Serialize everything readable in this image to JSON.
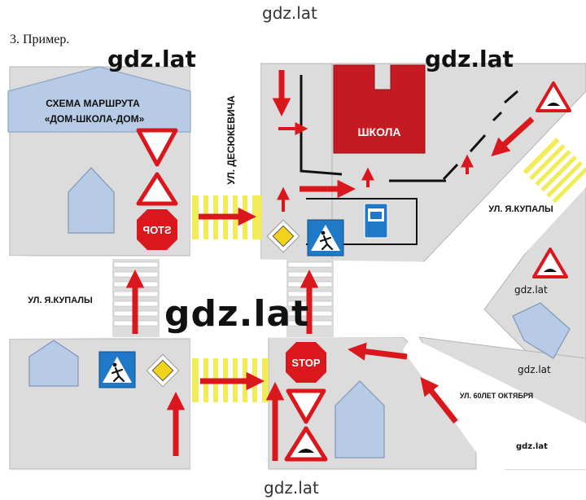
{
  "watermarks": {
    "top": "gdz.lat",
    "bottom": "gdz.lat",
    "upper_left": "gdz.lat",
    "upper_right": "gdz.lat",
    "center": "gdz.lat",
    "right_mid": "gdz.lat",
    "right_low": "gdz.lat",
    "right_bottom": "gdz.lat"
  },
  "caption": "3. Пример.",
  "diagram": {
    "scheme_title_line1": "СХЕМА МАРШРУТА",
    "scheme_title_line2": "«ДОМ-ШКОЛА-ДОМ»",
    "school_label": "ШКОЛА",
    "street_desyukevicha": "УЛ. ДЕСЮКЕВИЧА",
    "street_kupaly_right": "УЛ. Я.КУПАЛЫ",
    "street_kupaly_left": "УЛ. Я.КУПАЛЫ",
    "street_60let": "УЛ. 60ЛЕТ ОКТЯБРЯ",
    "stop_sign_text": "STOP",
    "stop_sign_text_mirrored": "STOP"
  },
  "colors": {
    "road": "#ffffff",
    "area": "#dcdcdc",
    "house": "#b7cbe6",
    "arrow": "#d9171c",
    "school": "#c51a22",
    "crosswalk_yellow": "#f3ec5a",
    "sign_red": "#d9171c",
    "sign_blue": "#1f78c8"
  }
}
